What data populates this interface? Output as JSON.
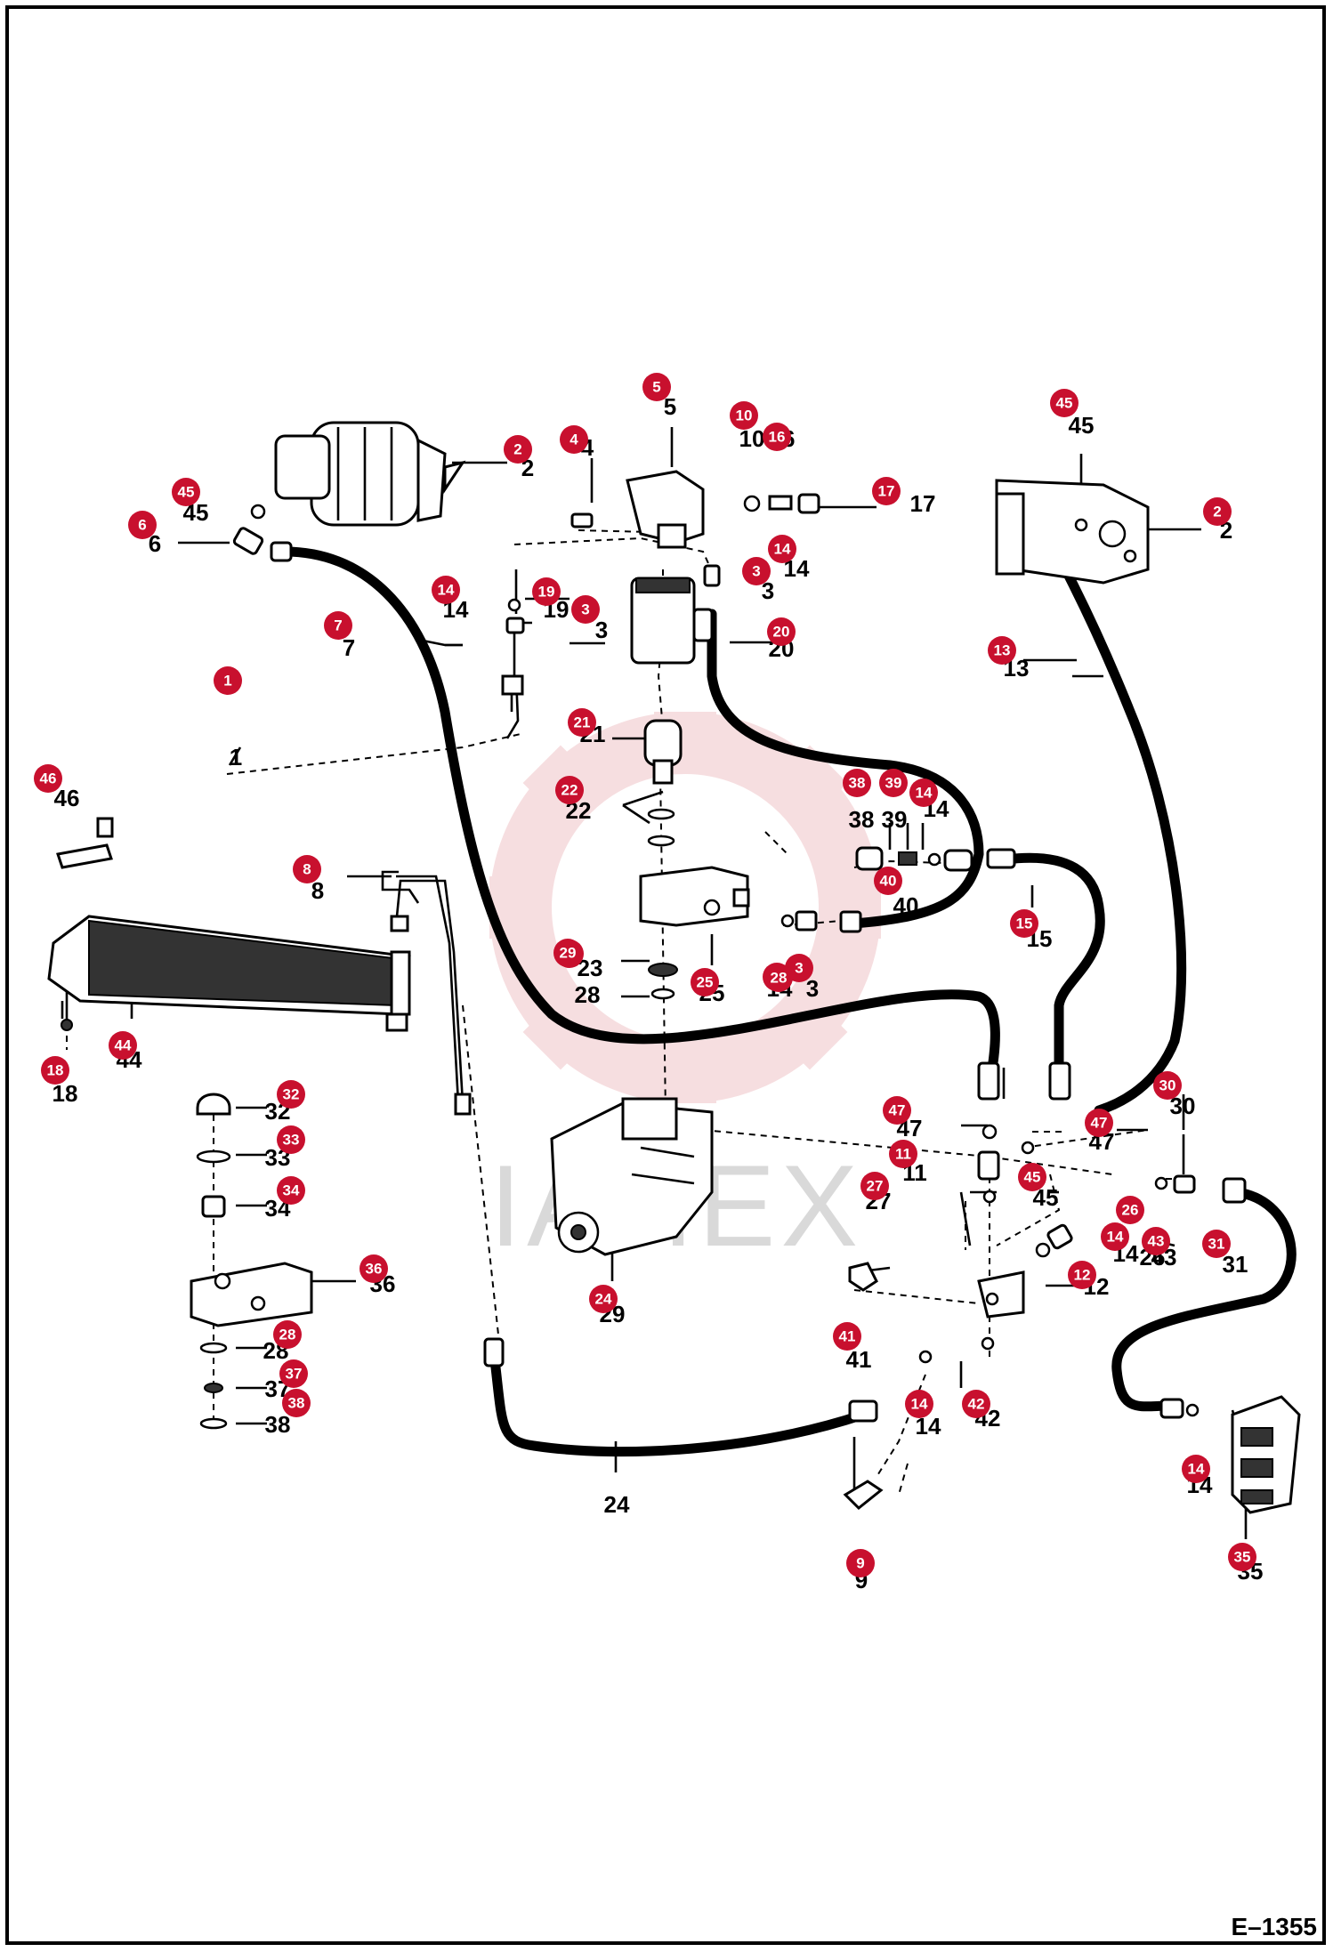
{
  "drawing_code": "E–1355",
  "watermark": "IAHEX",
  "colors": {
    "badge": "#c8102e",
    "line": "#000000",
    "watermark": "#e8a3a8"
  },
  "callouts": [
    {
      "id": "c1",
      "label": "1"
    },
    {
      "id": "c2a",
      "label": "2"
    },
    {
      "id": "c2b",
      "label": "2"
    },
    {
      "id": "c3a",
      "label": "3"
    },
    {
      "id": "c3b",
      "label": "3"
    },
    {
      "id": "c3c",
      "label": "3"
    },
    {
      "id": "c4",
      "label": "4"
    },
    {
      "id": "c5",
      "label": "5"
    },
    {
      "id": "c6",
      "label": "6"
    },
    {
      "id": "c7",
      "label": "7"
    },
    {
      "id": "c8",
      "label": "8"
    },
    {
      "id": "c9",
      "label": "9"
    },
    {
      "id": "c10",
      "label": "10"
    },
    {
      "id": "c11",
      "label": "11"
    },
    {
      "id": "c12",
      "label": "12"
    },
    {
      "id": "c13",
      "label": "13"
    },
    {
      "id": "c14a",
      "label": "14"
    },
    {
      "id": "c14b",
      "label": "14"
    },
    {
      "id": "c14c",
      "label": "14"
    },
    {
      "id": "c14d",
      "label": "14"
    },
    {
      "id": "c14e",
      "label": "14"
    },
    {
      "id": "c14f",
      "label": "14"
    },
    {
      "id": "c14g",
      "label": "14"
    },
    {
      "id": "c15",
      "label": "15"
    },
    {
      "id": "c16",
      "label": "16"
    },
    {
      "id": "c17",
      "label": "17"
    },
    {
      "id": "c18",
      "label": "18"
    },
    {
      "id": "c19",
      "label": "19"
    },
    {
      "id": "c20",
      "label": "20"
    },
    {
      "id": "c21",
      "label": "21"
    },
    {
      "id": "c22",
      "label": "22"
    },
    {
      "id": "c23",
      "label": "23"
    },
    {
      "id": "c24",
      "label": "24"
    },
    {
      "id": "c25",
      "label": "25"
    },
    {
      "id": "c26",
      "label": "26"
    },
    {
      "id": "c27",
      "label": "27"
    },
    {
      "id": "c28a",
      "label": "28"
    },
    {
      "id": "c28b",
      "label": "28"
    },
    {
      "id": "c29",
      "label": "29"
    },
    {
      "id": "c30",
      "label": "30"
    },
    {
      "id": "c31",
      "label": "31"
    },
    {
      "id": "c32",
      "label": "32"
    },
    {
      "id": "c33",
      "label": "33"
    },
    {
      "id": "c34",
      "label": "34"
    },
    {
      "id": "c35",
      "label": "35"
    },
    {
      "id": "c36",
      "label": "36"
    },
    {
      "id": "c37",
      "label": "37"
    },
    {
      "id": "c38a",
      "label": "38"
    },
    {
      "id": "c38b",
      "label": "38"
    },
    {
      "id": "c39",
      "label": "39"
    },
    {
      "id": "c40",
      "label": "40"
    },
    {
      "id": "c41",
      "label": "41"
    },
    {
      "id": "c42",
      "label": "42"
    },
    {
      "id": "c43",
      "label": "43"
    },
    {
      "id": "c44",
      "label": "44"
    },
    {
      "id": "c45a",
      "label": "45"
    },
    {
      "id": "c45b",
      "label": "45"
    },
    {
      "id": "c45c",
      "label": "45"
    },
    {
      "id": "c46",
      "label": "46"
    },
    {
      "id": "c47a",
      "label": "47"
    },
    {
      "id": "c47b",
      "label": "47"
    }
  ]
}
